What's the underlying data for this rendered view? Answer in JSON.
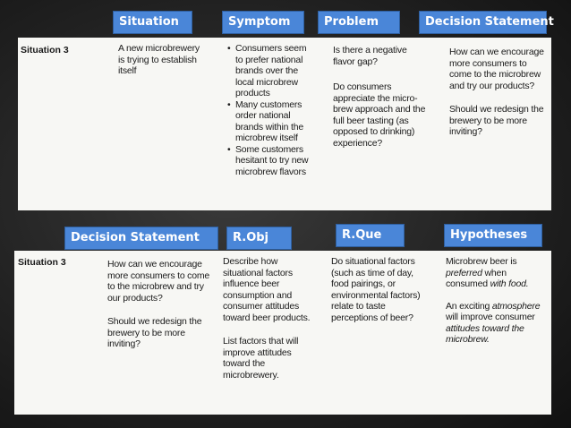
{
  "top": {
    "headers": [
      "Situation",
      "Symptom",
      "Problem",
      "Decision Statement"
    ],
    "row_label": "Situation 3",
    "situation": "A new microbrewery is trying to establish itself",
    "symptoms": [
      "Consumers seem to prefer national brands over the local microbrew products",
      "Many customers order national brands within the microbrew itself",
      "Some customers hesitant to try new microbrew flavors"
    ],
    "problem_q1": "Is there a negative flavor gap?",
    "problem_q2": "Do consumers appreciate the micro-brew approach and the full beer tasting (as opposed to drinking) experience?",
    "decision_q1": "How can we encourage more consumers to come to the microbrew and try our products?",
    "decision_q2": "Should we redesign the brewery to be more inviting?"
  },
  "bottom": {
    "headers": [
      "Decision Statement",
      "R.Obj",
      "R.Que",
      "Hypotheses"
    ],
    "row_label": "Situation 3",
    "decision_q1": "How can we encourage more consumers to come to the microbrew and try our products?",
    "decision_q2": "Should we redesign the brewery to be more inviting?",
    "robj_1": "Describe how situational factors influence beer consumption and consumer attitudes toward beer products.",
    "robj_2": "List factors that will improve attitudes toward the microbrewery.",
    "rque": "Do situational factors (such as time of day, food pairings, or environmental factors) relate to taste perceptions of beer?",
    "hyp1_a": "Microbrew beer is ",
    "hyp1_em": "preferred",
    "hyp1_b": " when consumed ",
    "hyp1_em2": "with food.",
    "hyp2_a": "An exciting ",
    "hyp2_em": "atmosphere",
    "hyp2_b": " will improve consumer ",
    "hyp2_em2": "attitudes toward the microbrew."
  }
}
